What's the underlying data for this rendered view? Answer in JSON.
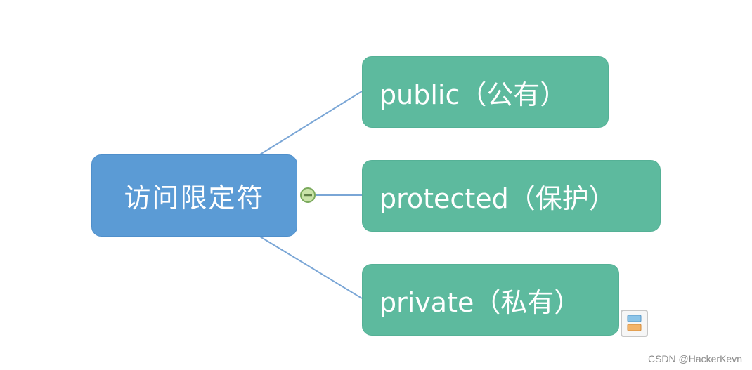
{
  "diagram": {
    "root": {
      "label": "访问限定符",
      "color": "#5b9bd5"
    },
    "children": [
      {
        "id": "public",
        "label": "public（公有）",
        "color": "#5dba9e"
      },
      {
        "id": "protected",
        "label": "protected（保护）",
        "color": "#5dba9e"
      },
      {
        "id": "private",
        "label": "private（私有）",
        "color": "#5dba9e"
      }
    ],
    "connector_color": "#7aa6d6",
    "icons": {
      "collapse": "minus-circle-icon",
      "note": "note-topic-icon"
    }
  },
  "watermark": "CSDN @HackerKevn"
}
